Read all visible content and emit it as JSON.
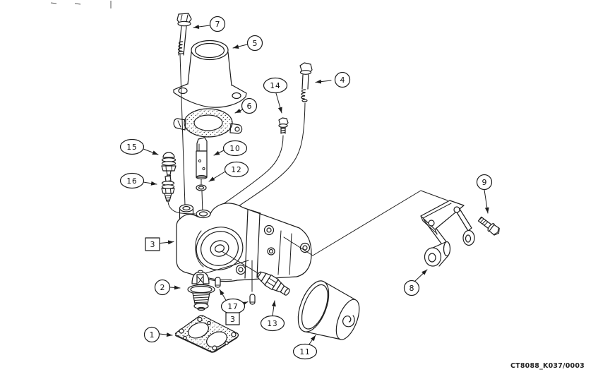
{
  "figure": {
    "reference_code": "CT8088_K037/0003",
    "colors": {
      "line": "#1c1c1c",
      "background": "#ffffff"
    }
  },
  "callouts": {
    "c1": {
      "number": "1"
    },
    "c2": {
      "number": "2"
    },
    "c3a": {
      "number": "3"
    },
    "c3b": {
      "number": "3"
    },
    "c4": {
      "number": "4"
    },
    "c5": {
      "number": "5"
    },
    "c6": {
      "number": "6"
    },
    "c7": {
      "number": "7"
    },
    "c8": {
      "number": "8"
    },
    "c9": {
      "number": "9"
    },
    "c10": {
      "number": "10"
    },
    "c11": {
      "number": "11"
    },
    "c12": {
      "number": "12"
    },
    "c13": {
      "number": "13"
    },
    "c14": {
      "number": "14"
    },
    "c15": {
      "number": "15"
    },
    "c16": {
      "number": "16"
    },
    "c17": {
      "number": "17"
    }
  }
}
